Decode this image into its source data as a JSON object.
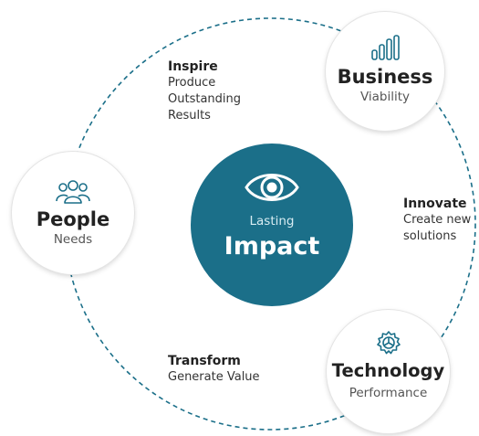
{
  "diagram": {
    "center": {
      "subtitle": "Lasting",
      "title": "Impact",
      "icon": "eye-icon",
      "color": "#1b6f89"
    },
    "nodes": {
      "people": {
        "title": "People",
        "subtitle": "Needs",
        "icon": "people-icon"
      },
      "business": {
        "title": "Business",
        "subtitle": "Viability",
        "icon": "bar-chart-icon"
      },
      "technology": {
        "title": "Technology",
        "subtitle": "Performance",
        "icon": "gear-icon"
      }
    },
    "captions": {
      "inspire": {
        "heading": "Inspire",
        "lines": [
          "Produce",
          "Outstanding",
          "Results"
        ]
      },
      "innovate": {
        "heading": "Innovate",
        "lines": [
          "Create new",
          "solutions"
        ]
      },
      "transform": {
        "heading": "Transform",
        "lines": [
          "Generate Value"
        ]
      }
    },
    "ring_color": "#1b6f89"
  }
}
